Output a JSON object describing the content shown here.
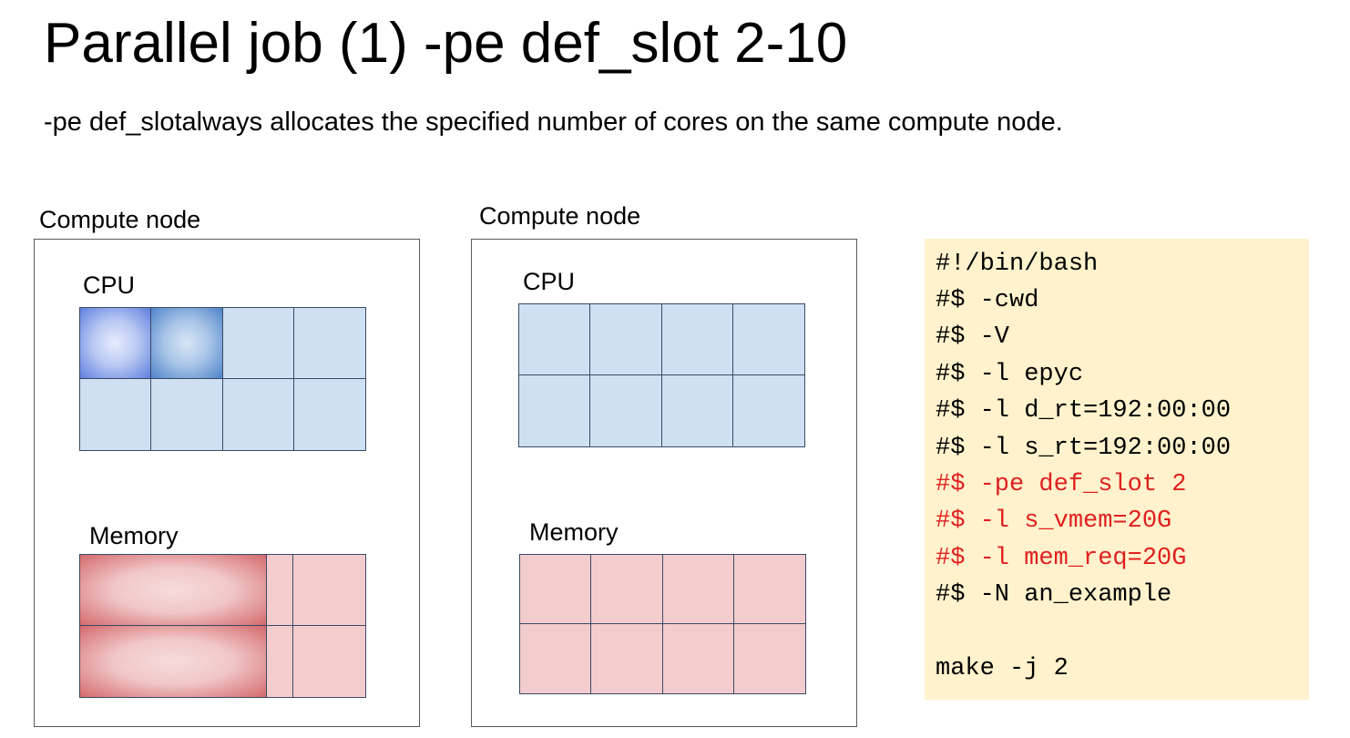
{
  "slide": {
    "title": "Parallel job (1) -pe def_slot 2-10",
    "subtitle": "-pe def_slotalways allocates the specified number of cores on the same compute node."
  },
  "nodes": [
    {
      "label": "Compute node",
      "cpu_label": "CPU",
      "memory_label": "Memory",
      "cpu_used_cores": 2,
      "cpu_total_cores": 8,
      "memory_used_fraction": 0.66
    },
    {
      "label": "Compute node",
      "cpu_label": "CPU",
      "memory_label": "Memory",
      "cpu_used_cores": 0,
      "cpu_total_cores": 8,
      "memory_used_fraction": 0
    }
  ],
  "script": {
    "lines": [
      {
        "text": "#!/bin/bash",
        "highlight": false
      },
      {
        "text": "#$ -cwd",
        "highlight": false
      },
      {
        "text": "#$ -V",
        "highlight": false
      },
      {
        "text": "#$ -l epyc",
        "highlight": false
      },
      {
        "text": "#$ -l d_rt=192:00:00",
        "highlight": false
      },
      {
        "text": "#$ -l s_rt=192:00:00",
        "highlight": false
      },
      {
        "text": "#$ -pe def_slot 2",
        "highlight": true
      },
      {
        "text": "#$ -l s_vmem=20G",
        "highlight": true
      },
      {
        "text": "#$ -l mem_req=20G",
        "highlight": true
      },
      {
        "text": "#$ -N an_example",
        "highlight": false
      },
      {
        "text": "",
        "highlight": false
      },
      {
        "text": "make -j 2",
        "highlight": false
      }
    ],
    "highlight_color": "#e02020",
    "background_color": "#fff2cc"
  },
  "colors": {
    "cpu_free": "#cfe0f3",
    "cpu_used": "#5e7fe0",
    "memory_free": "#f3cccd",
    "memory_used": "#d46a6c"
  }
}
